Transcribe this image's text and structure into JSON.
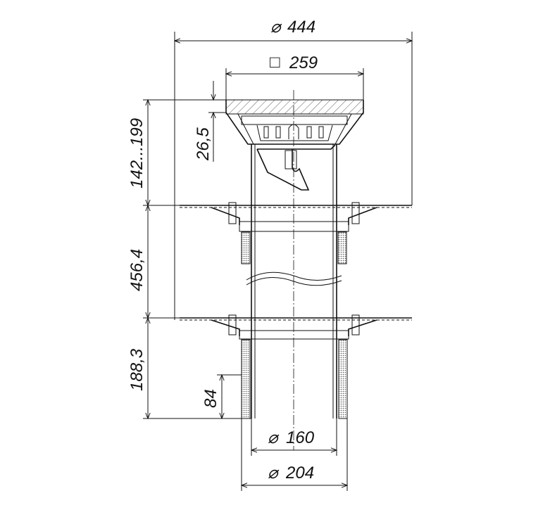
{
  "drawing": {
    "dimensions": {
      "overall_diameter": {
        "symbol": "⌀",
        "value": "444"
      },
      "grate_square": {
        "symbol": "□",
        "value": "259"
      },
      "grate_thickness": "26,5",
      "height_adjustable": "142...199",
      "middle_section": "456,4",
      "lower_section": "188,3",
      "spigot_length": "84",
      "pipe_diameter": {
        "symbol": "⌀",
        "value": "160"
      },
      "sleeve_diameter": {
        "symbol": "⌀",
        "value": "204"
      }
    },
    "line_color": "#111111"
  }
}
